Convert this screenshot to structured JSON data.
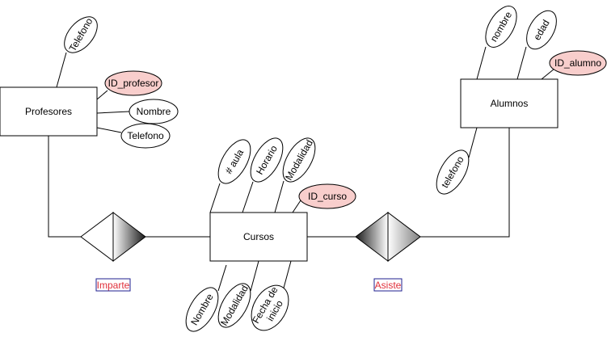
{
  "entities": {
    "profesores": "Profesores",
    "alumnos": "Alumnos",
    "cursos": "Cursos"
  },
  "relations": {
    "imparte": "Imparte",
    "asiste": "Asiste"
  },
  "attributes": {
    "prof_telefono_top": "Telefono",
    "prof_id": "ID_profesor",
    "prof_nombre": "Nombre",
    "prof_telefono": "Telefono",
    "alu_nombre": "nombre",
    "alu_edad": "edad",
    "alu_id": "ID_alumno",
    "alu_telefono": "telefono",
    "cur_aula": "# aula",
    "cur_horario": "Horario",
    "cur_modalidad_top": "Modalidad",
    "cur_id": "ID_curso",
    "cur_nombre": "Nombre",
    "cur_modalidad_bottom": "Modalidad",
    "cur_fecha_1": "Fecha de",
    "cur_fecha_2": "inicio"
  },
  "colors": {
    "primary_key_fill": "#f8cecc",
    "relation_label": "#e0303a",
    "relation_label_border": "#1f1f8f"
  }
}
